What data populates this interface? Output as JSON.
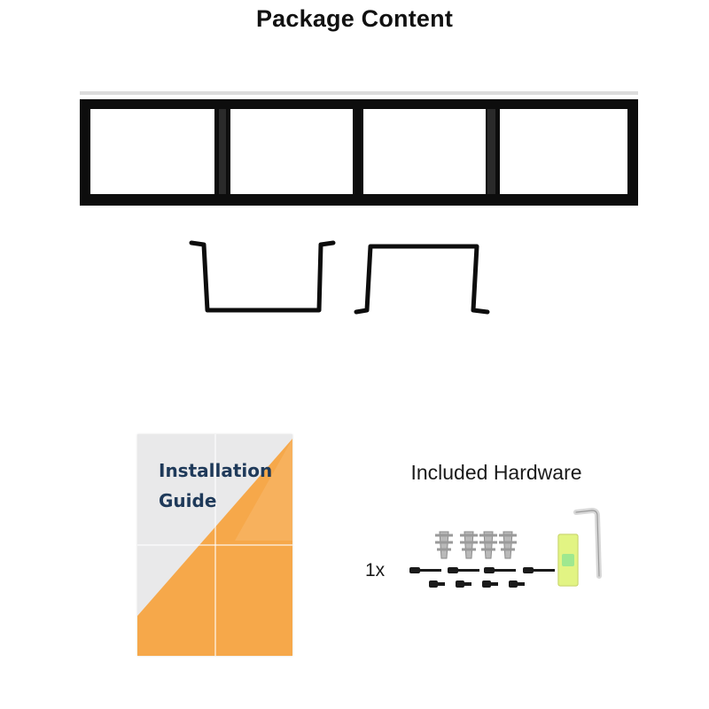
{
  "page": {
    "title": "Package Content"
  },
  "items": {
    "shelf": {
      "icon": "four-cube-shelf-frame-icon",
      "color": "#0d0d0d"
    },
    "brackets": {
      "icon": "u-bracket-icon",
      "count": 2,
      "color": "#0d0d0d"
    },
    "guide": {
      "title": "Installation\nGuide",
      "icon": "folded-guide-icon",
      "colors": {
        "accent": "#f6a84a",
        "paper": "#e9e9ea",
        "text": "#1f3a5a"
      }
    },
    "hardware": {
      "title": "Included Hardware",
      "quantity": "1x",
      "icons": [
        "wall-anchor-icon",
        "screw-icon",
        "bubble-level-icon",
        "hex-key-icon"
      ],
      "anchor_count": 4,
      "long_screw_count": 4,
      "short_screw_count": 4
    }
  }
}
